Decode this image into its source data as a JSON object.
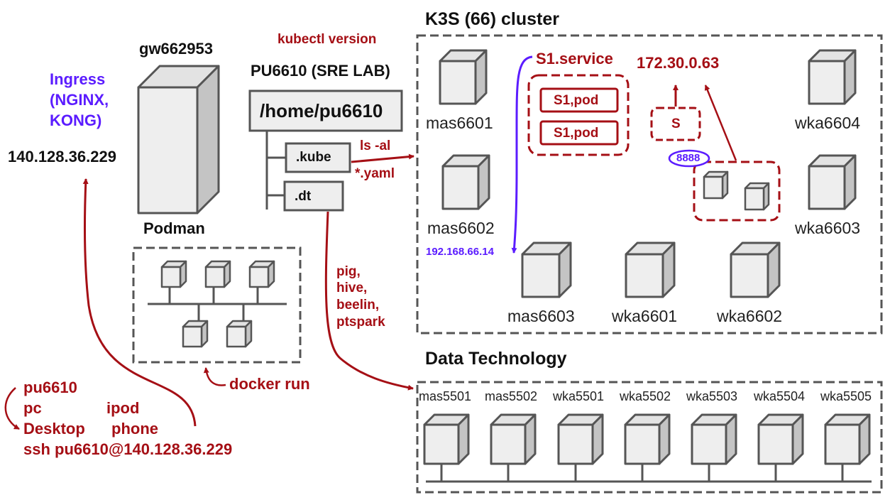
{
  "left": {
    "gateway_name": "gw662953",
    "ingress_line1": "Ingress",
    "ingress_line2": "(NGINX,",
    "ingress_line3": "KONG)",
    "ip": "140.128.36.229"
  },
  "client": {
    "user": "pu6610",
    "pc": "pc",
    "ipod": "ipod",
    "desktop": "Desktop",
    "phone": "phone",
    "ssh": "ssh pu6610@140.128.36.229"
  },
  "sre": {
    "cmd": "kubectl version",
    "title": "PU6610 (SRE LAB)",
    "home": "/home/pu6610",
    "kube": ".kube",
    "dt": ".dt",
    "ls": "ls -al",
    "yaml": "*.yaml",
    "tools": [
      "pig,",
      "hive,",
      "beelin,",
      "ptspark"
    ]
  },
  "podman": {
    "title": "Podman",
    "docker": "docker run"
  },
  "k3s": {
    "title": "K3S (66) cluster",
    "service": "S1.service",
    "pod1": "S1,pod",
    "pod2": "S1,pod",
    "cluster_ip": "172.30.0.63",
    "s_label": "S",
    "port": "8888",
    "node_ip": "192.168.66.14",
    "nodes": {
      "mas6601": "mas6601",
      "mas6602": "mas6602",
      "mas6603": "mas6603",
      "wka6601": "wka6601",
      "wka6602": "wka6602",
      "wka6603": "wka6603",
      "wka6604": "wka6604"
    }
  },
  "dt_cluster": {
    "title": "Data Technology",
    "nodes": [
      "mas5501",
      "mas5502",
      "wka5501",
      "wka5502",
      "wka5503",
      "wka5504",
      "wka5505"
    ]
  },
  "colors": {
    "red": "#a50f15",
    "blue": "#5b1cff",
    "box_front": "#eeeeee",
    "box_side": "#c4c4c4",
    "dash_border": "#555555"
  }
}
